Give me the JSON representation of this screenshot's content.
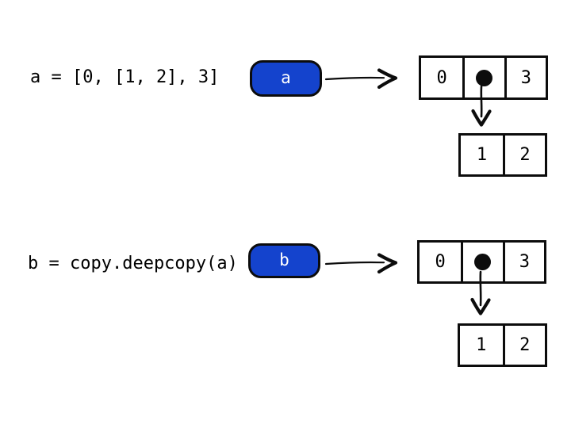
{
  "diagram": {
    "rows": [
      {
        "code": "a = [0, [1, 2], 3]",
        "label": "a",
        "outer_cells": [
          "0",
          "●",
          "3"
        ],
        "inner_cells": [
          "1",
          "2"
        ]
      },
      {
        "code": "b = copy.deepcopy(a)",
        "label": "b",
        "outer_cells": [
          "0",
          "●",
          "3"
        ],
        "inner_cells": [
          "1",
          "2"
        ]
      }
    ],
    "colors": {
      "accent_blue": "#1443cd",
      "box_label_text": "#ffffff",
      "outline": "#0c0c0c",
      "background": "#ffffff"
    }
  }
}
